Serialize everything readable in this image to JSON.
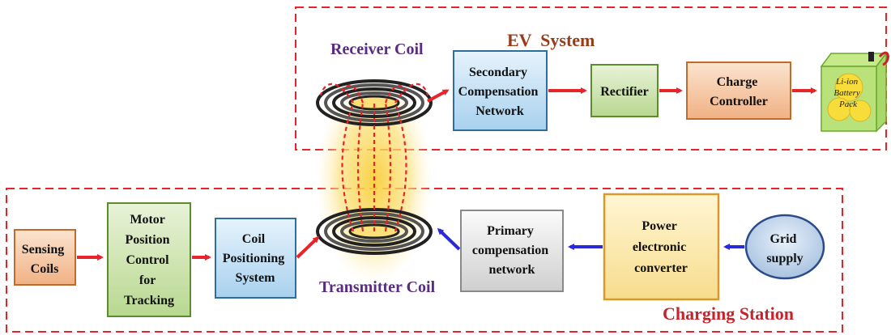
{
  "groups": {
    "ev_system": {
      "label": "EV  System"
    },
    "charging_station": {
      "label": "Charging Station"
    }
  },
  "coils": {
    "receiver": {
      "label": "Receiver Coil"
    },
    "transmitter": {
      "label": "Transmitter Coil"
    }
  },
  "blocks": {
    "secondary_compensation": {
      "lines": [
        "Secondary",
        "Compensation",
        "Network"
      ]
    },
    "rectifier": {
      "lines": [
        "Rectifier"
      ]
    },
    "charge_controller": {
      "lines": [
        "Charge",
        "Controller"
      ]
    },
    "battery": {
      "lines": [
        "Li-ion",
        "Battery",
        "Pack"
      ]
    },
    "sensing_coils": {
      "lines": [
        "Sensing",
        "Coils"
      ]
    },
    "motor_position_control": {
      "lines": [
        "Motor",
        "Position",
        "Control",
        "for",
        "Tracking"
      ]
    },
    "coil_positioning": {
      "lines": [
        "Coil",
        "Positioning",
        "System"
      ]
    },
    "primary_compensation": {
      "lines": [
        "Primary",
        "compensation",
        "network"
      ]
    },
    "power_converter": {
      "lines": [
        "Power",
        "electronic",
        "converter"
      ]
    },
    "grid_supply": {
      "lines": [
        "Grid",
        "supply"
      ]
    }
  },
  "colors": {
    "dash_border": "#e8232a",
    "power_arrow": "#e8232a",
    "feed_arrow": "#2a2ad8",
    "ev_label": "#9b3a16",
    "station_label": "#c8232a",
    "coil_label": "#5b2a82"
  }
}
